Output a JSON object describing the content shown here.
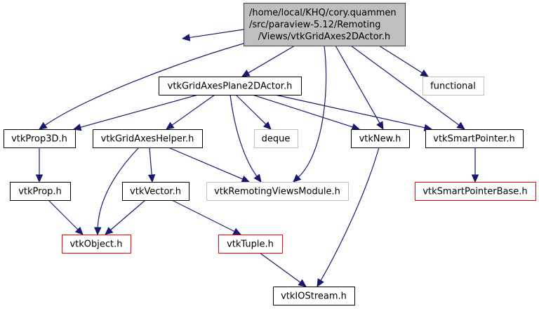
{
  "diagram": {
    "type": "include-dependency-graph",
    "colors": {
      "edge": "#191970",
      "root_fill": "#bfbfbf",
      "root_border": "#404040",
      "normal_border": "#000000",
      "missing_border": "#bfbfbf",
      "truncated_border": "#ff0000",
      "fill": "#ffffff"
    },
    "nodes": [
      {
        "id": "root",
        "lines": [
          "/home/local/KHQ/cory.quammen",
          "/src/paraview-5.12/Remoting",
          "/Views/vtkGridAxes2DActor.h"
        ],
        "kind": "root"
      },
      {
        "id": "plane2d",
        "lines": [
          "vtkGridAxesPlane2DActor.h"
        ],
        "kind": "normal"
      },
      {
        "id": "functional",
        "lines": [
          "functional"
        ],
        "kind": "missing"
      },
      {
        "id": "prop3d",
        "lines": [
          "vtkProp3D.h"
        ],
        "kind": "normal"
      },
      {
        "id": "helper",
        "lines": [
          "vtkGridAxesHelper.h"
        ],
        "kind": "normal"
      },
      {
        "id": "deque",
        "lines": [
          "deque"
        ],
        "kind": "missing"
      },
      {
        "id": "vtknew",
        "lines": [
          "vtkNew.h"
        ],
        "kind": "normal"
      },
      {
        "id": "smartptr",
        "lines": [
          "vtkSmartPointer.h"
        ],
        "kind": "normal"
      },
      {
        "id": "prop",
        "lines": [
          "vtkProp.h"
        ],
        "kind": "normal"
      },
      {
        "id": "vector",
        "lines": [
          "vtkVector.h"
        ],
        "kind": "normal"
      },
      {
        "id": "module",
        "lines": [
          "vtkRemotingViewsModule.h"
        ],
        "kind": "missing"
      },
      {
        "id": "smartptrbase",
        "lines": [
          "vtkSmartPointerBase.h"
        ],
        "kind": "truncated"
      },
      {
        "id": "object",
        "lines": [
          "vtkObject.h"
        ],
        "kind": "truncated"
      },
      {
        "id": "tuple",
        "lines": [
          "vtkTuple.h"
        ],
        "kind": "truncated"
      },
      {
        "id": "iostream",
        "lines": [
          "vtkIOStream.h"
        ],
        "kind": "normal"
      }
    ],
    "edges": [
      {
        "from": "root",
        "to": "plane2d"
      },
      {
        "from": "root",
        "to": "functional"
      },
      {
        "from": "root",
        "to": "prop3d"
      },
      {
        "from": "root",
        "to": "helper"
      },
      {
        "from": "root",
        "to": "module"
      },
      {
        "from": "root",
        "to": "vtknew"
      },
      {
        "from": "root",
        "to": "smartptr"
      },
      {
        "from": "plane2d",
        "to": "prop3d"
      },
      {
        "from": "plane2d",
        "to": "helper"
      },
      {
        "from": "plane2d",
        "to": "deque"
      },
      {
        "from": "plane2d",
        "to": "module"
      },
      {
        "from": "plane2d",
        "to": "vtknew"
      },
      {
        "from": "plane2d",
        "to": "smartptr"
      },
      {
        "from": "prop3d",
        "to": "prop"
      },
      {
        "from": "helper",
        "to": "vector"
      },
      {
        "from": "helper",
        "to": "object"
      },
      {
        "from": "helper",
        "to": "module"
      },
      {
        "from": "prop",
        "to": "object"
      },
      {
        "from": "vector",
        "to": "object"
      },
      {
        "from": "vector",
        "to": "tuple"
      },
      {
        "from": "tuple",
        "to": "iostream"
      },
      {
        "from": "vtknew",
        "to": "iostream"
      },
      {
        "from": "smartptr",
        "to": "smartptrbase"
      }
    ]
  }
}
